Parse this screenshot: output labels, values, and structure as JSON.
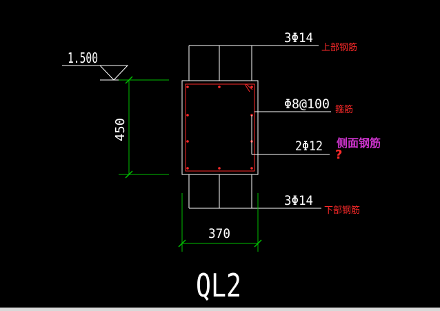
{
  "drawing": {
    "elevation_value": "1.500",
    "beam_height_dim": "450",
    "beam_width_dim": "370",
    "beam_name": "QL2"
  },
  "labels": {
    "top_rebar_spec": "3Φ14",
    "top_rebar_name": "上部钢筋",
    "stirrup_spec": "Φ8@100",
    "stirrup_name": "箍筋",
    "side_rebar_spec": "2Φ12",
    "side_rebar_name": "侧面钢筋",
    "question_mark": "?",
    "bottom_rebar_spec": "3Φ14",
    "bottom_rebar_name": "下部钢筋"
  },
  "colors": {
    "background": "#000000",
    "linework": "#ffffff",
    "dimension": "#00c000",
    "rebar": "#ff2a2a",
    "highlight": "#cc33cc"
  }
}
